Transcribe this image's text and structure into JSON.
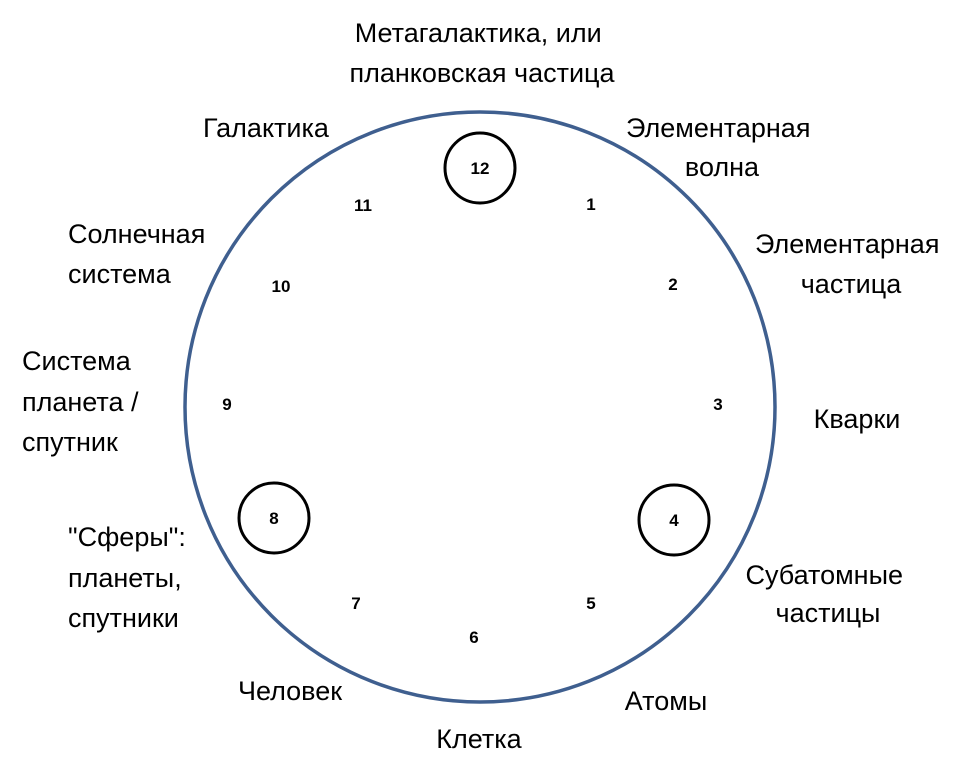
{
  "colors": {
    "ring": "#3f5f8f",
    "marker": "#000000",
    "text": "#000000",
    "background": "#ffffff"
  },
  "positions": [
    {
      "number": "12",
      "label_lines": [
        "Метагалактика, или",
        "планковская частица"
      ],
      "marked": true
    },
    {
      "number": "1",
      "label_lines": [
        "Элементарная",
        "волна"
      ],
      "marked": false
    },
    {
      "number": "2",
      "label_lines": [
        "Элементарная",
        "частица"
      ],
      "marked": false
    },
    {
      "number": "3",
      "label_lines": [
        "Кварки"
      ],
      "marked": false
    },
    {
      "number": "4",
      "label_lines": [
        "Субатомные",
        "частицы"
      ],
      "marked": true
    },
    {
      "number": "5",
      "label_lines": [
        "Атомы"
      ],
      "marked": false
    },
    {
      "number": "6",
      "label_lines": [
        "Клетка"
      ],
      "marked": false
    },
    {
      "number": "7",
      "label_lines": [
        "Человек"
      ],
      "marked": false
    },
    {
      "number": "8",
      "label_lines": [
        "\"Сферы\":",
        "планеты,",
        "спутники"
      ],
      "marked": true
    },
    {
      "number": "9",
      "label_lines": [
        "Система",
        "планета /",
        "спутник"
      ],
      "marked": false
    },
    {
      "number": "10",
      "label_lines": [
        "Солнечная",
        "система"
      ],
      "marked": false
    },
    {
      "number": "11",
      "label_lines": [
        "Галактика"
      ],
      "marked": false
    }
  ]
}
